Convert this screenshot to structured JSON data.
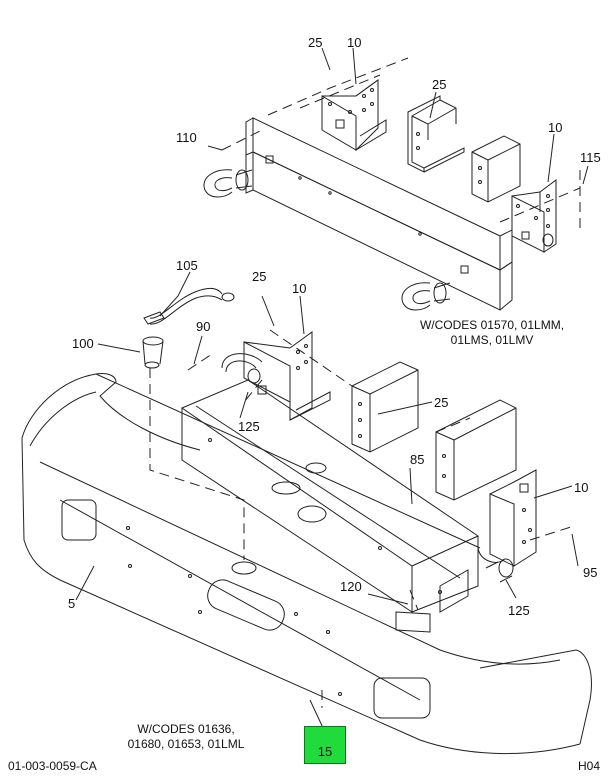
{
  "callouts": {
    "c25_top": "25",
    "c10_top": "10",
    "c25_mid_top": "25",
    "c110": "110",
    "c10_right_top": "10",
    "c115": "115",
    "c105": "105",
    "c25_left": "25",
    "c10_mid": "10",
    "c90": "90",
    "c100": "100",
    "c125_left": "125",
    "c25_right": "25",
    "c85": "85",
    "c10_right": "10",
    "c95": "95",
    "c120": "120",
    "c125_right": "125",
    "c5": "5"
  },
  "notes": {
    "codes_upper_line1": "W/CODES 01570, 01LMM,",
    "codes_upper_line2": "01LMS, 01LMV",
    "codes_lower_line1": "W/CODES 01636,",
    "codes_lower_line2": "01680, 01653, 01LML"
  },
  "highlight": {
    "label": "15",
    "color": "#1fdc3c"
  },
  "footer": {
    "drawing_number": "01-003-0059-CA",
    "sheet": "H04"
  }
}
